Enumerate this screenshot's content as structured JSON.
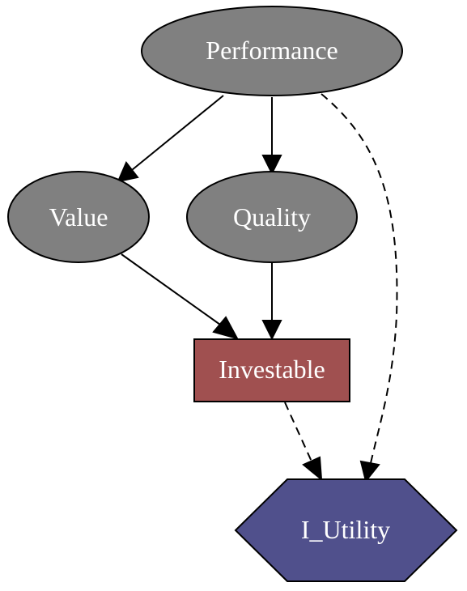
{
  "nodes": {
    "performance": {
      "label": "Performance",
      "shape": "ellipse",
      "color": "#808080"
    },
    "value": {
      "label": "Value",
      "shape": "ellipse",
      "color": "#808080"
    },
    "quality": {
      "label": "Quality",
      "shape": "ellipse",
      "color": "#808080"
    },
    "investable": {
      "label": "Investable",
      "shape": "box",
      "color": "#A05050"
    },
    "i_utility": {
      "label": "I_Utility",
      "shape": "hexagon",
      "color": "#50508C"
    }
  },
  "edges": [
    {
      "from": "Performance",
      "to": "Value",
      "style": "solid"
    },
    {
      "from": "Performance",
      "to": "Quality",
      "style": "solid"
    },
    {
      "from": "Performance",
      "to": "I_Utility",
      "style": "dashed"
    },
    {
      "from": "Value",
      "to": "Investable",
      "style": "solid"
    },
    {
      "from": "Quality",
      "to": "Investable",
      "style": "solid"
    },
    {
      "from": "Investable",
      "to": "I_Utility",
      "style": "dashed"
    }
  ]
}
